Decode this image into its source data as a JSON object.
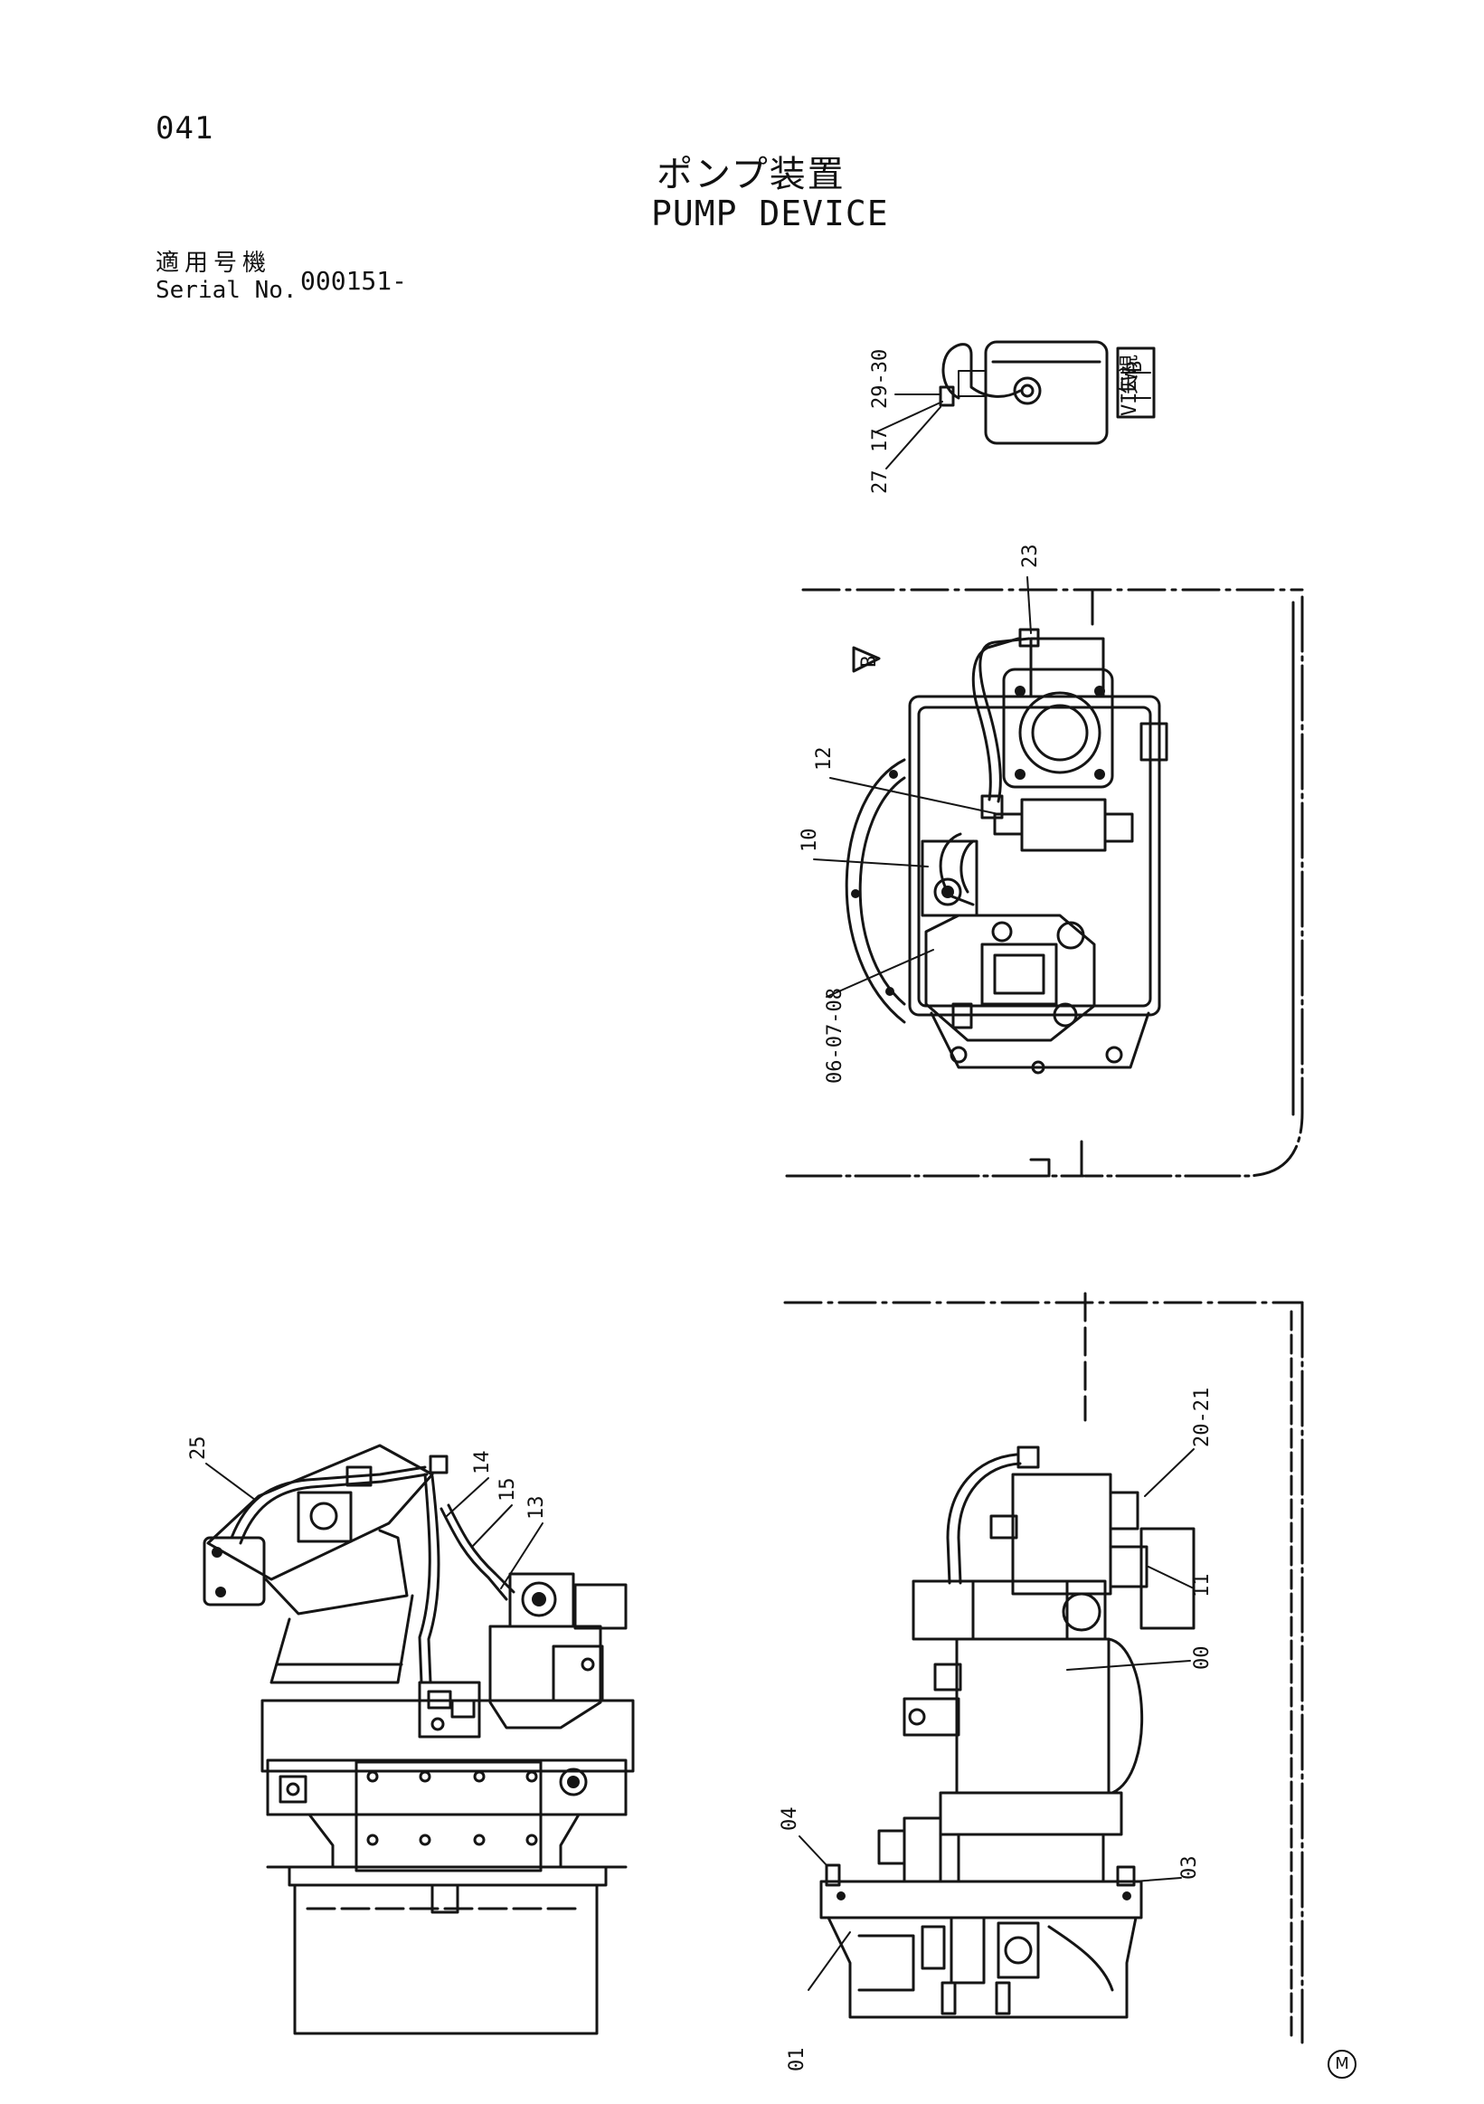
{
  "page_number": "041",
  "title_jp": "ポンプ装置",
  "title_en": "PUMP DEVICE",
  "serial_label_jp": "適用号機",
  "serial_label_en": "Serial No.",
  "serial_value": "000151-",
  "view_label": {
    "jp": "矢視",
    "en": "VIEW",
    "letter": "B"
  },
  "arrow_letter": "B",
  "footer_mark": "M",
  "callouts": {
    "view_b": [
      "29-30",
      "17",
      "27"
    ],
    "top_view": [
      "23",
      "12",
      "10",
      "06-07-08"
    ],
    "side_left": [
      "25",
      "14",
      "15",
      "13"
    ],
    "side_right": [
      "20-21",
      "11",
      "00",
      "04",
      "03",
      "01"
    ]
  }
}
